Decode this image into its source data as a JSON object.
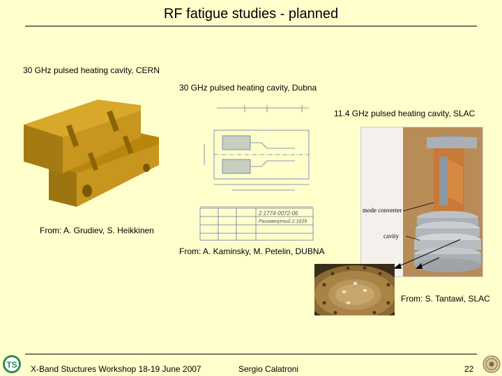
{
  "slide": {
    "title": "RF fatigue studies - planned",
    "captions": {
      "cern": "30 GHz pulsed heating cavity, CERN",
      "dubna": "30 GHz pulsed heating cavity, Dubna",
      "slac": "11.4 GHz pulsed heating cavity, SLAC"
    },
    "credits": {
      "cern": "From: A. Grudiev, S. Heikkinen",
      "dubna": "From: A. Kaminsky, M. Petelin, DUBNA",
      "slac": "From: S. Tantawi, SLAC"
    },
    "photo_labels": {
      "mode_converter": "mode converter",
      "cavity": "cavity"
    },
    "drawing_labels": {
      "stamp": "2.1774-0072-06",
      "title_block": "Разомкнутый 2.1639"
    }
  },
  "footer": {
    "logo": "TS",
    "event": "X-Band Stuctures Workshop 18-19 June 2007",
    "author": "Sergio Calatroni",
    "page": "22"
  },
  "colors": {
    "background": "#ffffcc",
    "copper": "#c8961e",
    "logo_green": "#2e8b57"
  }
}
